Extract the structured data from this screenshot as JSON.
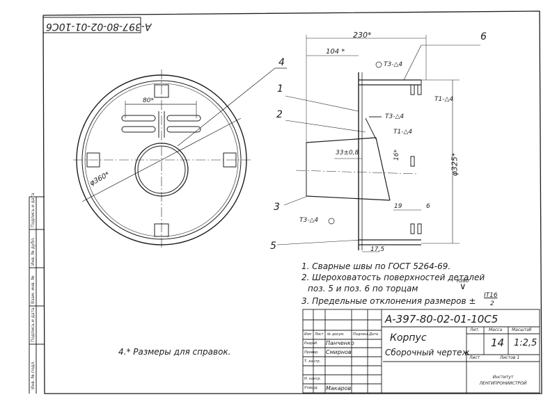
{
  "sheet": {
    "code_inverted": "А-397-80-02-01-10С6",
    "code": "А-397-80-02-01-10С5",
    "part_name": "Корпус",
    "doc_type": "Сборочный чертеж",
    "lit_header": "Лит.",
    "mass_header": "Масса",
    "scale_header": "Масштаб",
    "mass": "14",
    "scale": "1:2,5",
    "sheet_label": "Лист",
    "sheets_label": "Листов 1",
    "org": "Институт ЛЕНГИПРОНИИСТРОЙ",
    "stamp_cols": [
      "Изм",
      "Лист",
      "№ докум.",
      "Подпись",
      "Дата"
    ],
    "stamp_roles": [
      "Разраб.",
      "Провер.",
      "Т. контр.",
      "",
      "Н. контр.",
      "Утверд."
    ],
    "stamp_names": [
      "Панченко",
      "Смирнов",
      "",
      "",
      "",
      "Макаров"
    ],
    "side_labels": [
      "Инв. № подл.",
      "Подпись и дата",
      "Взам. инв. №",
      "Инв. № дубл.",
      "Подпись и дата"
    ]
  },
  "notes": [
    "1. Сварные швы по ГОСТ 5264-69.",
    "2. Шероховатость поверхностей деталей",
    "поз. 5 и поз. 6 по торцам",
    "3. Предельные отклонения размеров ±",
    "4.* Размеры для справок."
  ],
  "roughness": "Rz80",
  "tolerance": "IT16",
  "tolerance_den": "2",
  "dims": {
    "d360": "φ360*",
    "d80": "80*",
    "d230": "230*",
    "d104": "104 *",
    "d33": "33±0,8",
    "d16": "16*",
    "d325": "φ325*",
    "d19": "19",
    "d6": "6",
    "d175": "17,5"
  },
  "welds": [
    "Т3-△4",
    "Т1-△4",
    "Т3-△4",
    "Т1-△4",
    "Т3-△4"
  ],
  "positions": [
    "1",
    "2",
    "3",
    "4",
    "5",
    "6"
  ]
}
